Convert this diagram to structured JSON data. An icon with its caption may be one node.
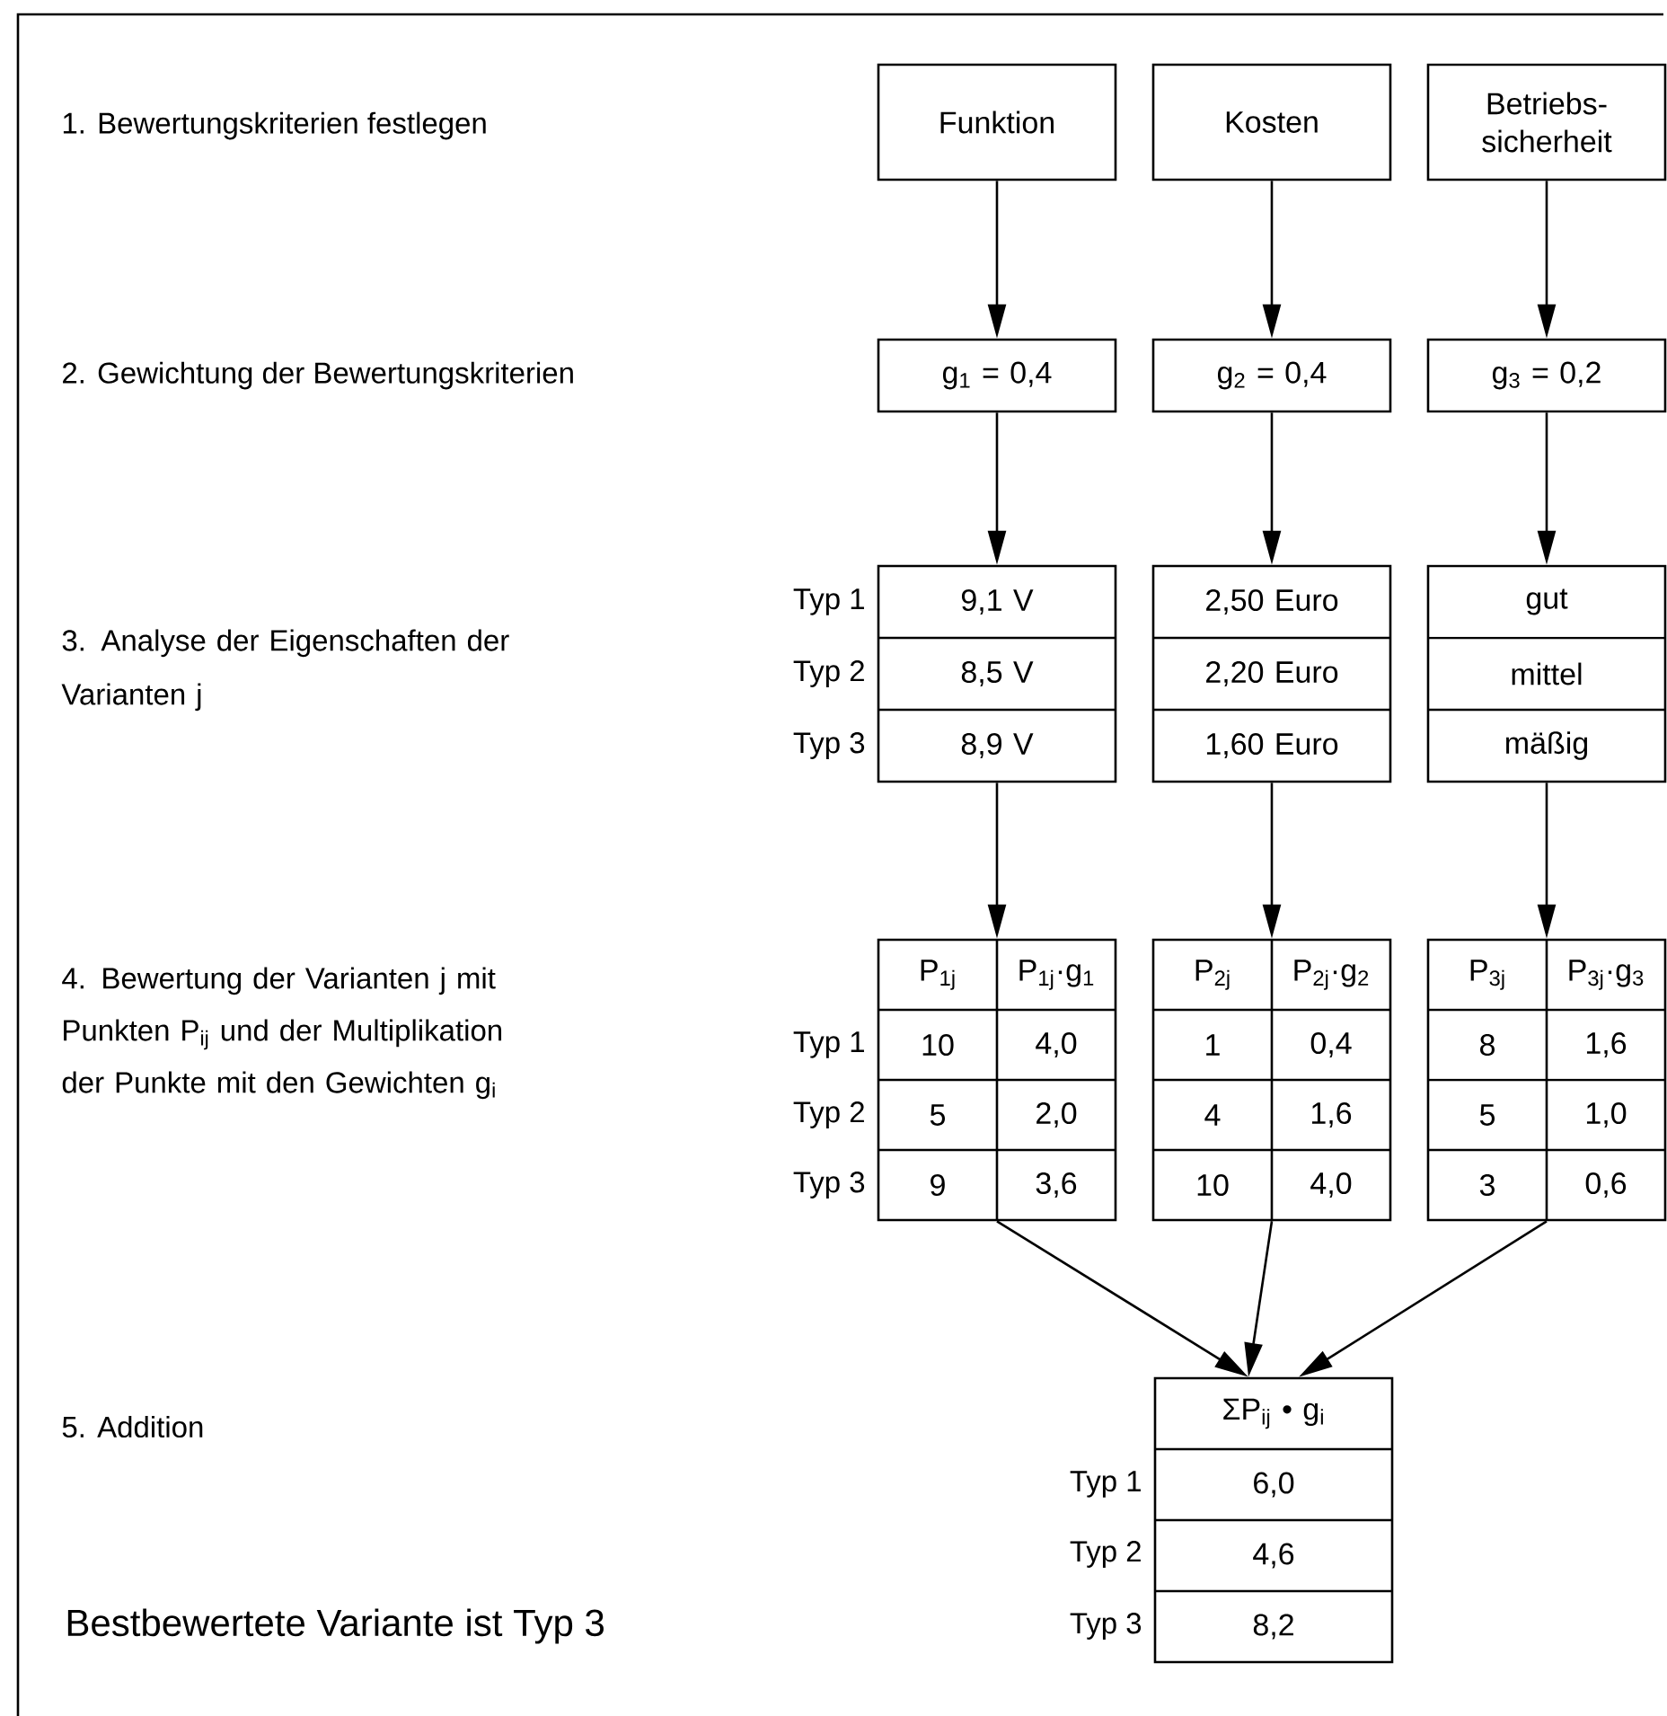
{
  "diagram": {
    "nodes": [
      {
        "text": [
          "Funktion"
        ]
      },
      {
        "text": [
          "Kosten"
        ]
      },
      {
        "text": [
          "Betriebs-sicherheit"
        ]
      },
      {
        "text": [
          "g$_{1}$ = 0,4"
        ]
      },
      {
        "text": [
          "g$_{2}$ = 0,4"
        ]
      },
      {
        "text": [
          "g$_{3}$ = 0,2"
        ]
      },
      {
        "text": [
          "9,1 V",
          "8,5 V",
          "8,9 V"
        ]
      },
      {
        "text": [
          "2,50 Euro",
          "2,20 Euro",
          "1,60 Euro"
        ]
      },
      {
        "text": [
          "gut",
          "mittel",
          "mäßig"
        ]
      },
      {
        "text": [
          "P$_{1j}$",
          "P$_{1j}$·g$_{1}$",
          "10",
          "4,0",
          "5",
          "2,0",
          "9",
          "3,6"
        ]
      },
      {
        "text": [
          "P$_{2j}$",
          "P$_{2j}$·g$_{2}$",
          "1",
          "0,4",
          "4",
          "1,6",
          "10",
          "4,0"
        ]
      },
      {
        "text": [
          "P$_{3j}$",
          "P$_{3j}$·g$_{3}$",
          "8",
          "1,6",
          "5",
          "1,0",
          "3",
          "0,6"
        ]
      },
      {
        "text": [
          "ΣP$_{ij}$ • g$_{i}$",
          "6,0",
          "4,6",
          "8,2"
        ]
      }
    ],
    "edges": [
      {
        "from": 0,
        "to": 3,
        "arrow": "to"
      },
      {
        "from": 1,
        "to": 4,
        "arrow": "to"
      },
      {
        "from": 2,
        "to": 5,
        "arrow": "to"
      },
      {
        "from": 3,
        "to": 6,
        "arrow": "to"
      },
      {
        "from": 4,
        "to": 7,
        "arrow": "to"
      },
      {
        "from": 5,
        "to": 8,
        "arrow": "to"
      },
      {
        "from": 6,
        "to": 9,
        "arrow": "to"
      },
      {
        "from": 7,
        "to": 10,
        "arrow": "to"
      },
      {
        "from": 8,
        "to": 11,
        "arrow": "to"
      },
      {
        "from": 9,
        "to": 12,
        "arrow": "to"
      },
      {
        "from": 10,
        "to": 12,
        "arrow": "to"
      },
      {
        "from": 11,
        "to": 12,
        "arrow": "to"
      }
    ],
    "labels": [
      "1. Bewertungskriterien festlegen",
      "2. Gewichtung der Bewertungskriterien",
      "3. Analyse der Eigenschaften der Varianten j",
      "Typ 1",
      "Typ 2",
      "Typ 3",
      "4. Bewertung der Varianten j mit Punkten P$_{ij}$ und der Multiplikation der Punkte mit den Gewichten g$_{i}$",
      "Typ 1",
      "Typ 2",
      "Typ 3",
      "5. Addition",
      "Typ 1",
      "Typ 2",
      "Typ 3",
      "Bestbewertete Variante ist Typ 3"
    ]
  }
}
